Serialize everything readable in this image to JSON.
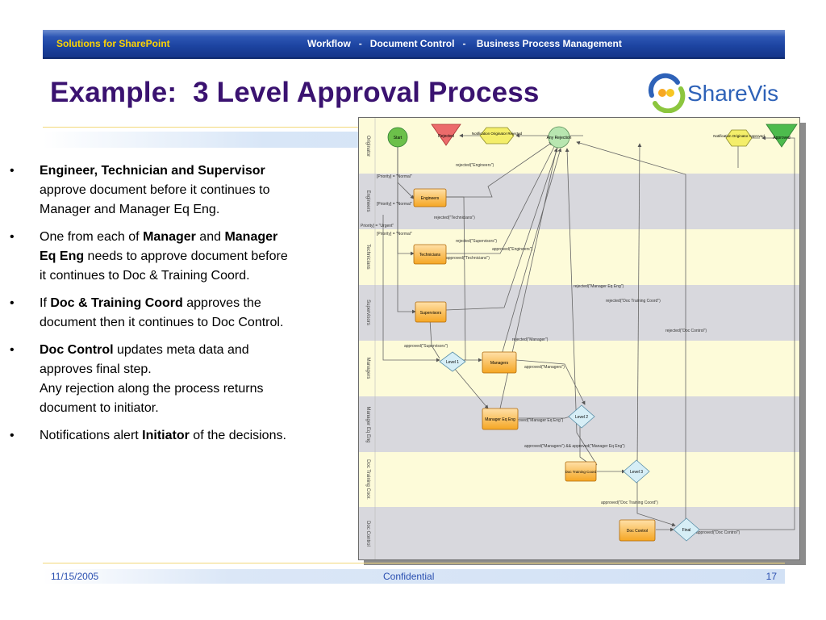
{
  "header": {
    "left_label": "Solutions for SharePoint",
    "right_label": "Workflow   -   Document Control   -    Business Process Management"
  },
  "title": "Example:  3 Level Approval Process",
  "logo": {
    "text": "ShareVis"
  },
  "bullets": [
    {
      "parts": [
        {
          "t": "Engineer, Technician and Supervisor",
          "b": true
        },
        {
          "t": " approve document before it continues to Manager and Manager Eq Eng.",
          "b": false
        }
      ]
    },
    {
      "parts": [
        {
          "t": "One from each of ",
          "b": false
        },
        {
          "t": "Manager",
          "b": true
        },
        {
          "t": " and ",
          "b": false
        },
        {
          "t": "Manager Eq Eng",
          "b": true
        },
        {
          "t": " needs to approve document before it continues to Doc & Training Coord.",
          "b": false
        }
      ]
    },
    {
      "parts": [
        {
          "t": "If ",
          "b": false
        },
        {
          "t": "Doc & Training Coord",
          "b": true
        },
        {
          "t": " approves the document then it continues to Doc Control.",
          "b": false
        }
      ]
    },
    {
      "parts": [
        {
          "t": "Doc Control",
          "b": true
        },
        {
          "t": " updates meta data and approves final step.\nAny rejection along the process returns document to initiator.",
          "b": false
        }
      ]
    },
    {
      "parts": [
        {
          "t": "Notifications alert ",
          "b": false
        },
        {
          "t": "Initiator",
          "b": true
        },
        {
          "t": " of the decisions.",
          "b": false
        }
      ]
    }
  ],
  "diagram": {
    "lanes": [
      "Originator",
      "Engineers",
      "Technicians",
      "Supervisors",
      "Managers",
      "Manager Eq Eng",
      "Doc Training Coor.",
      "Doc Control"
    ],
    "nodes": {
      "start": "Start",
      "rejected": "Rejected",
      "notif_rejected": "Notification Originator Rejected",
      "any_rejection": "Any Rejection",
      "notif_approved": "Notification Originator Approved",
      "approved": "Approved",
      "engineers": "Engineers",
      "technicians": "Technicians",
      "supervisors": "Supervisors",
      "level1": "Level 1",
      "managers": "Managers",
      "manager_eq_eng": "Manager Eq Eng",
      "level2": "Level 2",
      "doc_training": "Doc Training Coord",
      "level3": "Level 3",
      "doc_control": "Doc Control",
      "final": "Final"
    },
    "edge_labels": {
      "prio_normal_1": "[Priority] = \"Normal\"",
      "prio_normal_2": "[Priority] = \"Normal\"",
      "prio_urgent": "Priority] = \"Urgent\"",
      "prio_normal_3": "[Priority] = \"Normal\"",
      "rej_engineers": "rejected(\"Engineers\")",
      "rej_technicians": "rejected(\"Technicians\")",
      "rej_supervisors": "rejected(\"Supervisors\")",
      "app_engineers": "approved(\"Engineers\")",
      "app_technicians": "approved(\"Technicians\")",
      "rej_mgr_eq": "rejected(\"Manager Eq Eng\")",
      "rej_doc_training": "rejected(\"Doc Training Coord\")",
      "rej_doc_control": "rejected(\"Doc Control\")",
      "rej_manager": "rejected(\"Manager\")",
      "app_supervisors": "approved(\"Supervisors\")",
      "app_managers": "approved(\"Managers\")",
      "app_mgr_eq": "approved(\"Manager Eq Eng\")",
      "app_both": "approved(\"Managers\") && approved(\"Manager Eq Eng\")",
      "app_doc_training": "approved(\"Doc Training Coord\")",
      "app_doc_control": "approved(\"Doc Control\")"
    }
  },
  "footer": {
    "date": "11/15/2005",
    "center": "Confidential",
    "page": "17"
  },
  "colors": {
    "title": "#3a1270",
    "banner": "#1c43a0",
    "banner_left_text": "#ffd400",
    "footer_text": "#2a4fb0"
  }
}
